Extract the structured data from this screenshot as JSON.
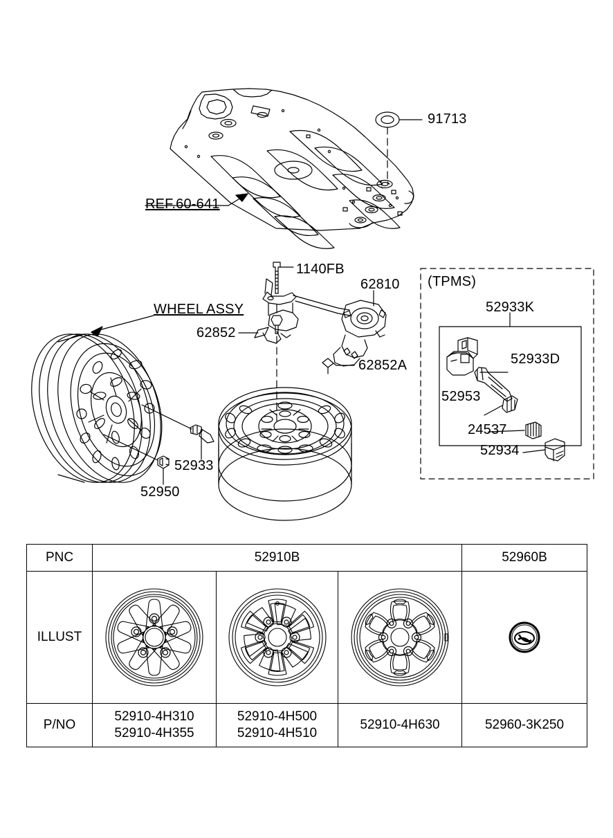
{
  "diagram": {
    "title": "Wheel and spare wheel carrier parts diagram",
    "line_color": "#000000",
    "background": "#ffffff"
  },
  "callouts": {
    "floor_ref": "REF.60-641",
    "grommet": "91713",
    "wheel_assy": "WHEEL ASSY",
    "bolt": "1140FB",
    "carrier": "62810",
    "bracket": "62852",
    "bracket_a": "62852A",
    "valve": "52933",
    "nut": "52950"
  },
  "tpms": {
    "title": "(TPMS)",
    "kit": "52933K",
    "sensor_stem": "52933D",
    "grommet": "52953",
    "nut": "24537",
    "cap": "52934"
  },
  "table": {
    "rows": {
      "pnc": "PNC",
      "illust": "ILLUST",
      "pno": "P/NO"
    },
    "pnc": {
      "wheel_group": "52910B",
      "cap_group": "52960B"
    },
    "illust_icons": [
      "alloy-wheel-10-spoke",
      "alloy-wheel-6-spoke",
      "alloy-wheel-multi-spoke",
      "hyundai-center-cap"
    ],
    "pno": [
      {
        "lines": [
          "52910-4H310",
          "52910-4H355"
        ]
      },
      {
        "lines": [
          "52910-4H500",
          "52910-4H510"
        ]
      },
      {
        "lines": [
          "52910-4H630"
        ]
      },
      {
        "lines": [
          "52960-3K250"
        ]
      }
    ]
  }
}
